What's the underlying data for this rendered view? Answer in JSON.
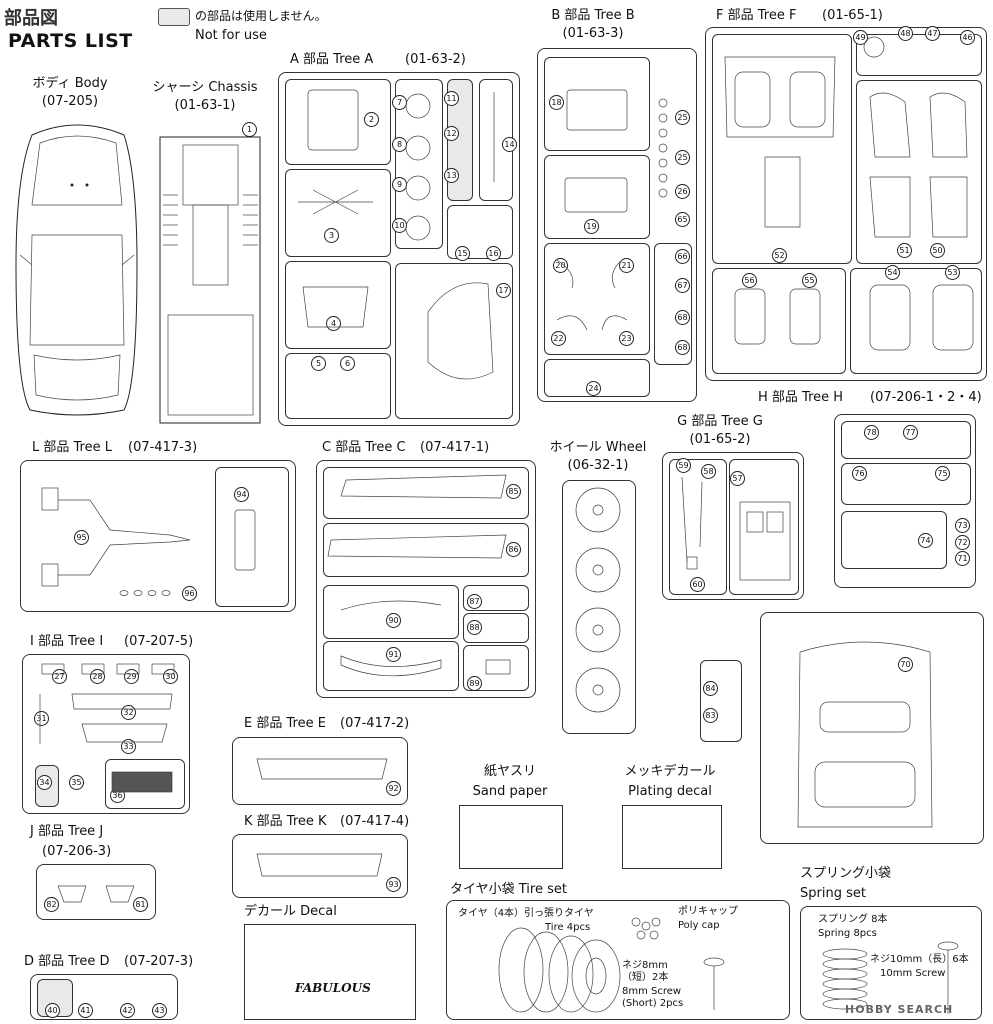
{
  "header": {
    "logo_text": "部品図",
    "title": "PARTS LIST",
    "legend_line1": "の部品は使用しません。",
    "legend_line2": "Not for use"
  },
  "body_label": {
    "name": "ボディ Body",
    "code": "(07-205)"
  },
  "chassis_label": {
    "name": "シャーシ Chassis",
    "code": "(01-63-1)"
  },
  "trees": {
    "A": {
      "name": "A 部品 Tree A",
      "code": "(01-63-2)"
    },
    "B": {
      "name": "B 部品 Tree B",
      "code": "(01-63-3)"
    },
    "F": {
      "name": "F 部品 Tree F",
      "code": "(01-65-1)"
    },
    "H": {
      "name": "H 部品 Tree H",
      "code": "(07-206-1・2・4)"
    },
    "L": {
      "name": "L 部品 Tree L",
      "code": "(07-417-3)"
    },
    "C": {
      "name": "C 部品 Tree C",
      "code": "(07-417-1)"
    },
    "W": {
      "name": "ホイール Wheel",
      "code": "(06-32-1)"
    },
    "G": {
      "name": "G 部品 Tree G",
      "code": "(01-65-2)"
    },
    "I": {
      "name": "I 部品 Tree I",
      "code": "(07-207-5)"
    },
    "E": {
      "name": "E 部品 Tree E",
      "code": "(07-417-2)"
    },
    "K": {
      "name": "K 部品 Tree K",
      "code": "(07-417-4)"
    },
    "J": {
      "name": "J 部品 Tree J",
      "code": "(07-206-3)"
    },
    "D": {
      "name": "D 部品 Tree D",
      "code": "(07-207-3)"
    }
  },
  "extras": {
    "sand_jp": "紙ヤスリ",
    "sand_en": "Sand paper",
    "plating_jp": "メッキデカール",
    "plating_en": "Plating decal",
    "decal": "デカール Decal",
    "decal_brand": "FABULOUS",
    "tire_set": "タイヤ小袋 Tire set",
    "tire_jp": "タイヤ（4本）引っ張りタイヤ",
    "tire_en": "Tire 4pcs",
    "polycap_jp": "ポリキャップ",
    "polycap_en": "Poly cap",
    "screw8_jp1": "ネジ8mm",
    "screw8_jp2": "（短）2本",
    "screw8_en1": "8mm Screw",
    "screw8_en2": "(Short) 2pcs",
    "spring_bag": "スプリング小袋",
    "spring_set": "Spring set",
    "spring_jp": "スプリング 8本",
    "spring_en": "Spring 8pcs",
    "screw10_jp": "ネジ10mm（長）6本",
    "screw10_en": "10mm Screw",
    "watermark": "HOBBY SEARCH"
  },
  "part_numbers": {
    "chassis": [
      "1"
    ],
    "A": [
      "2",
      "3",
      "4",
      "5",
      "6",
      "7",
      "8",
      "9",
      "10",
      "11",
      "12",
      "13",
      "14",
      "15",
      "16",
      "17"
    ],
    "B": [
      "18",
      "19",
      "20",
      "21",
      "22",
      "23",
      "24",
      "25",
      "25",
      "26",
      "65",
      "66",
      "67",
      "68",
      "68"
    ],
    "F": [
      "49",
      "48",
      "47",
      "46",
      "52",
      "51",
      "50",
      "56",
      "55",
      "54",
      "53"
    ],
    "H": [
      "78",
      "77",
      "76",
      "75",
      "74",
      "73",
      "72",
      "71",
      "70",
      "84",
      "83"
    ],
    "L": [
      "94",
      "95",
      "96"
    ],
    "C": [
      "85",
      "86",
      "87",
      "88",
      "89",
      "90",
      "91"
    ],
    "G": [
      "59",
      "58",
      "57",
      "60"
    ],
    "I": [
      "27",
      "28",
      "29",
      "30",
      "31",
      "32",
      "33",
      "34",
      "35",
      "36"
    ],
    "E": [
      "92"
    ],
    "K": [
      "93"
    ],
    "J": [
      "82",
      "81"
    ],
    "D": [
      "40",
      "41",
      "42",
      "43"
    ]
  }
}
